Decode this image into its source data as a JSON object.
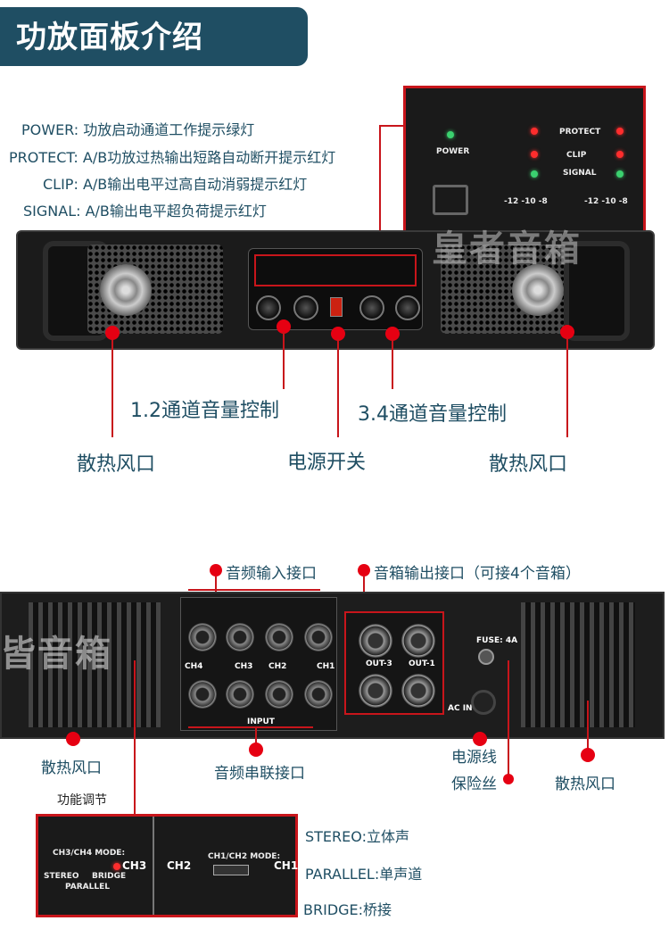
{
  "banner": {
    "title": "功放面板介绍"
  },
  "legend": [
    {
      "key": "POWER:",
      "text": "功放启动通道工作提示绿灯"
    },
    {
      "key": "PROTECT:",
      "text": "A/B功放过热输出短路自动断开提示红灯"
    },
    {
      "key": "CLIP:",
      "text": "A/B输出电平过高自动消弱提示红灯"
    },
    {
      "key": "SIGNAL:",
      "text": "A/B输出电平超负荷提示红灯"
    }
  ],
  "zoom_panel": {
    "power": "POWER",
    "protect": "PROTECT",
    "clip": "CLIP",
    "signal": "SIGNAL",
    "scale_left": "-12  -10  -8",
    "scale_right": "-12  -10  -8"
  },
  "front_labels": {
    "vol_12": "1.2通道音量控制",
    "vol_34": "3.4通道音量控制",
    "vent_left": "散热风口",
    "power_switch": "电源开关",
    "vent_right": "散热风口"
  },
  "rear_labels": {
    "audio_in": "音频输入接口",
    "speaker_out": "音箱输出接口（可接4个音箱）",
    "vent_left": "散热风口",
    "audio_link": "音频串联接口",
    "power_cord": "电源线",
    "fuse": "保险丝",
    "vent_right": "散热风口"
  },
  "rear_panel": {
    "ch4": "CH4",
    "ch3": "CH3",
    "ch2": "CH2",
    "ch1": "CH1",
    "input": "INPUT",
    "out3": "OUT-3",
    "out1": "OUT-1",
    "fuse_tag": "FUSE: 4A",
    "acin": "AC IN"
  },
  "function": {
    "title": "功能调节",
    "stereo": "STEREO:立体声",
    "parallel": "PARALLEL:单声道",
    "bridge": "BRIDGE:桥接",
    "zoom_ch3": "CH3",
    "zoom_ch2": "CH2",
    "zoom_ch1": "CH1",
    "mode34": "CH3/CH4 MODE:",
    "mode12": "CH1/CH2 MODE:",
    "stereo_tag": "STEREO",
    "parallel_tag": "PARALLEL",
    "bridge_tag": "BRIDGE"
  }
}
